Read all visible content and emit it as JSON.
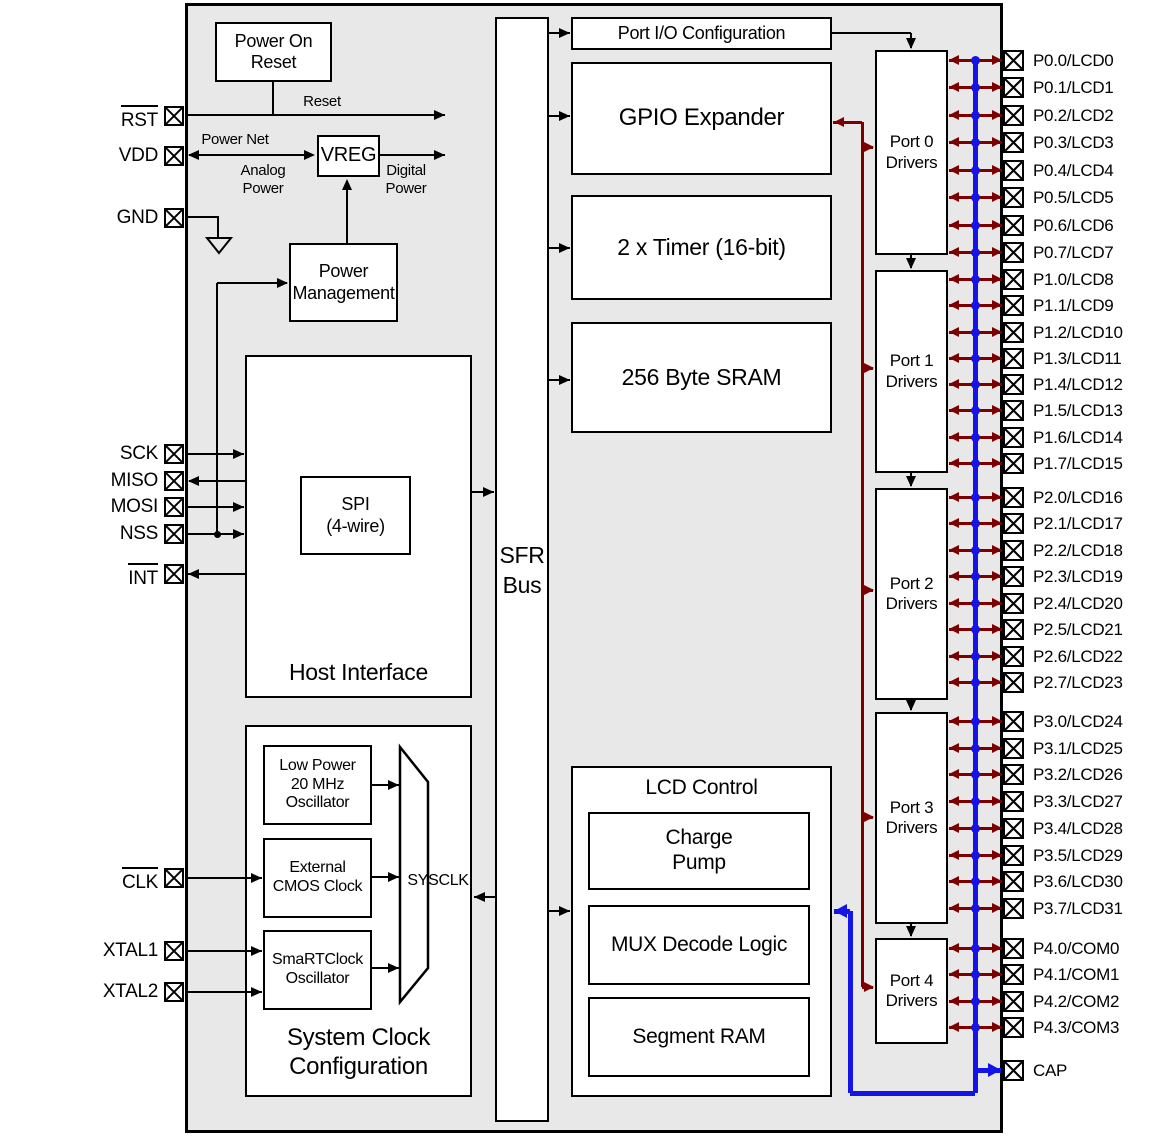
{
  "colors": {
    "chip_fill": "#e8e8e8",
    "wire_black": "#000000",
    "wire_red": "#7d0000",
    "wire_blue": "#1414e6"
  },
  "wire_labels": {
    "reset": "Reset",
    "power_net": "Power Net",
    "analog_power": [
      "Analog",
      "Power"
    ],
    "digital_power": [
      "Digital",
      "Power"
    ]
  },
  "blocks": {
    "power_on_reset": [
      "Power On",
      "Reset"
    ],
    "vreg": "VREG",
    "power_management": [
      "Power",
      "Management"
    ],
    "host_interface": "Host Interface",
    "spi": [
      "SPI",
      "(4-wire)"
    ],
    "system_clock_config": [
      "System Clock",
      "Configuration"
    ],
    "low_power_osc": [
      "Low Power",
      "20 MHz",
      "Oscillator"
    ],
    "external_cmos": [
      "External",
      "CMOS Clock"
    ],
    "smartclock_osc": [
      "SmaRTClock",
      "Oscillator"
    ],
    "sysclk": "SYSCLK",
    "sfr_bus": [
      "SFR",
      "Bus"
    ],
    "port_io_config": "Port I/O Configuration",
    "gpio_expander": "GPIO Expander",
    "timers": "2 x Timer (16-bit)",
    "sram": "256 Byte SRAM",
    "lcd_control": "LCD Control",
    "charge_pump": [
      "Charge",
      "Pump"
    ],
    "mux_decode_logic": "MUX Decode Logic",
    "segment_ram": "Segment RAM",
    "port_drivers": [
      [
        "Port 0",
        "Drivers"
      ],
      [
        "Port 1",
        "Drivers"
      ],
      [
        "Port 2",
        "Drivers"
      ],
      [
        "Port 3",
        "Drivers"
      ],
      [
        "Port 4",
        "Drivers"
      ]
    ]
  },
  "left_pins": [
    {
      "label": "RST",
      "overline": true
    },
    {
      "label": "VDD",
      "overline": false
    },
    {
      "label": "GND",
      "overline": false
    },
    {
      "label": "SCK",
      "overline": false
    },
    {
      "label": "MISO",
      "overline": false
    },
    {
      "label": "MOSI",
      "overline": false
    },
    {
      "label": "NSS",
      "overline": false
    },
    {
      "label": "INT",
      "overline": true
    },
    {
      "label": "CLK",
      "overline": true
    },
    {
      "label": "XTAL1",
      "overline": false
    },
    {
      "label": "XTAL2",
      "overline": false
    }
  ],
  "right_pins": {
    "port0": [
      "P0.0/LCD0",
      "P0.1/LCD1",
      "P0.2/LCD2",
      "P0.3/LCD3",
      "P0.4/LCD4",
      "P0.5/LCD5",
      "P0.6/LCD6",
      "P0.7/LCD7"
    ],
    "port1": [
      "P1.0/LCD8",
      "P1.1/LCD9",
      "P1.2/LCD10",
      "P1.3/LCD11",
      "P1.4/LCD12",
      "P1.5/LCD13",
      "P1.6/LCD14",
      "P1.7/LCD15"
    ],
    "port2": [
      "P2.0/LCD16",
      "P2.1/LCD17",
      "P2.2/LCD18",
      "P2.3/LCD19",
      "P2.4/LCD20",
      "P2.5/LCD21",
      "P2.6/LCD22",
      "P2.7/LCD23"
    ],
    "port3": [
      "P3.0/LCD24",
      "P3.1/LCD25",
      "P3.2/LCD26",
      "P3.3/LCD27",
      "P3.4/LCD28",
      "P3.5/LCD29",
      "P3.6/LCD30",
      "P3.7/LCD31"
    ],
    "port4": [
      "P4.0/COM0",
      "P4.1/COM1",
      "P4.2/COM2",
      "P4.3/COM3"
    ],
    "cap": "CAP"
  }
}
